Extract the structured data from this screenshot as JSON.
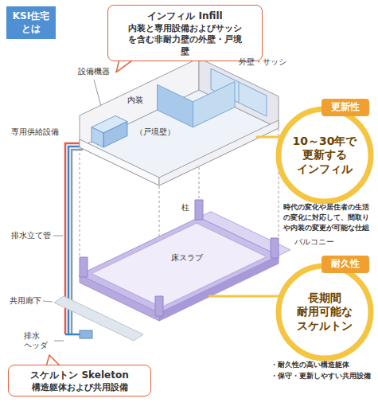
{
  "diagram": {
    "nodes": [
      {
        "text": [
          "KSI住宅 とは"
        ]
      },
      {
        "text": [
          "インフィル Infill",
          "内装と専用設備およびサッシを含む非耐力壁の外壁・戸境壁"
        ]
      },
      {
        "text": [
          "更新性"
        ]
      },
      {
        "text": [
          "10～30年で 更新する インフィル"
        ]
      },
      {
        "text": [
          "耐久性"
        ]
      },
      {
        "text": [
          "長期間 耐用可能な スケルトン"
        ]
      },
      {
        "text": [
          "スケルトン Skeleton",
          "構造躯体および共用設備"
        ]
      }
    ],
    "labels": [
      "設備機器",
      "外壁・サッシ",
      "専用供給設備",
      "内装",
      "（戸境壁）",
      "柱",
      "排水立て管",
      "床スラブ",
      "バルコニー",
      "共用廊下",
      "排水 ヘッダ",
      "時代の変化や居住者の生活の変化に対応して、間取りや内装の変更が可能な仕組",
      "・耐久性の高い構造躯体",
      "・保守・更新しやすい共用設備"
    ]
  }
}
